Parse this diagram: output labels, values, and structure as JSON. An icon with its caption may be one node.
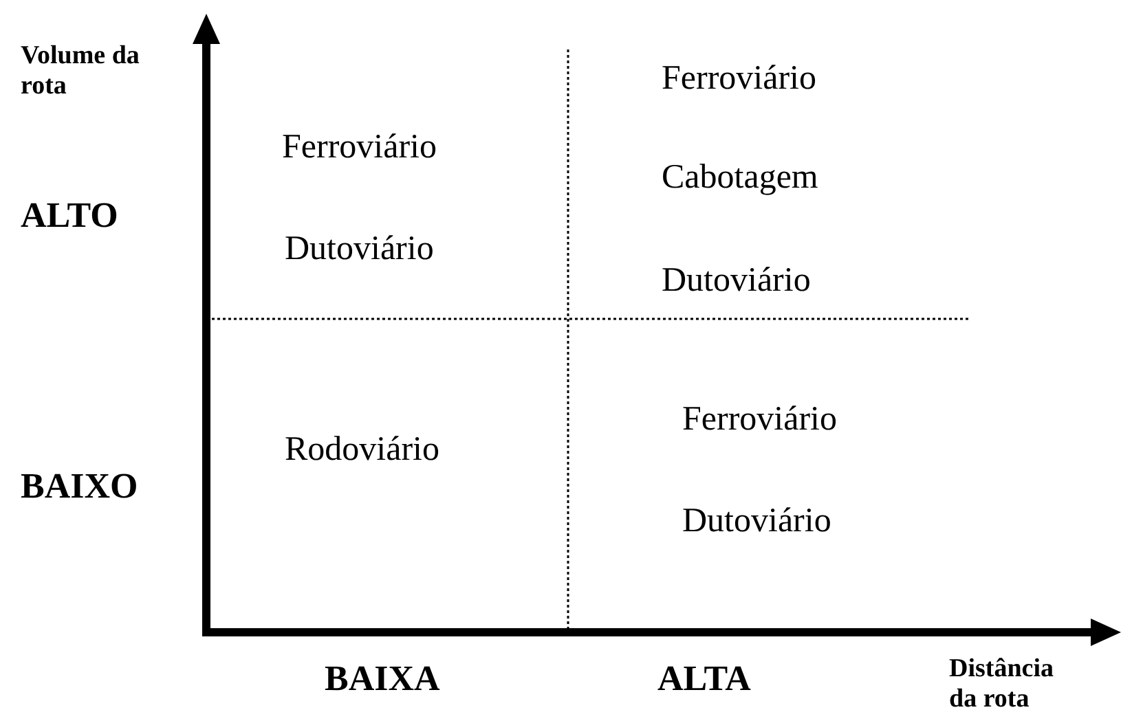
{
  "diagram": {
    "labels": [
      "Volume da rota",
      "Ferroviário",
      "Ferroviário",
      "Cabotagem",
      "ALTO",
      "Dutoviário",
      "Dutoviário",
      "Ferroviário",
      "Rodoviário",
      "BAIXO",
      "Dutoviário",
      "Distância da rota",
      "BAIXA",
      "ALTA"
    ]
  }
}
